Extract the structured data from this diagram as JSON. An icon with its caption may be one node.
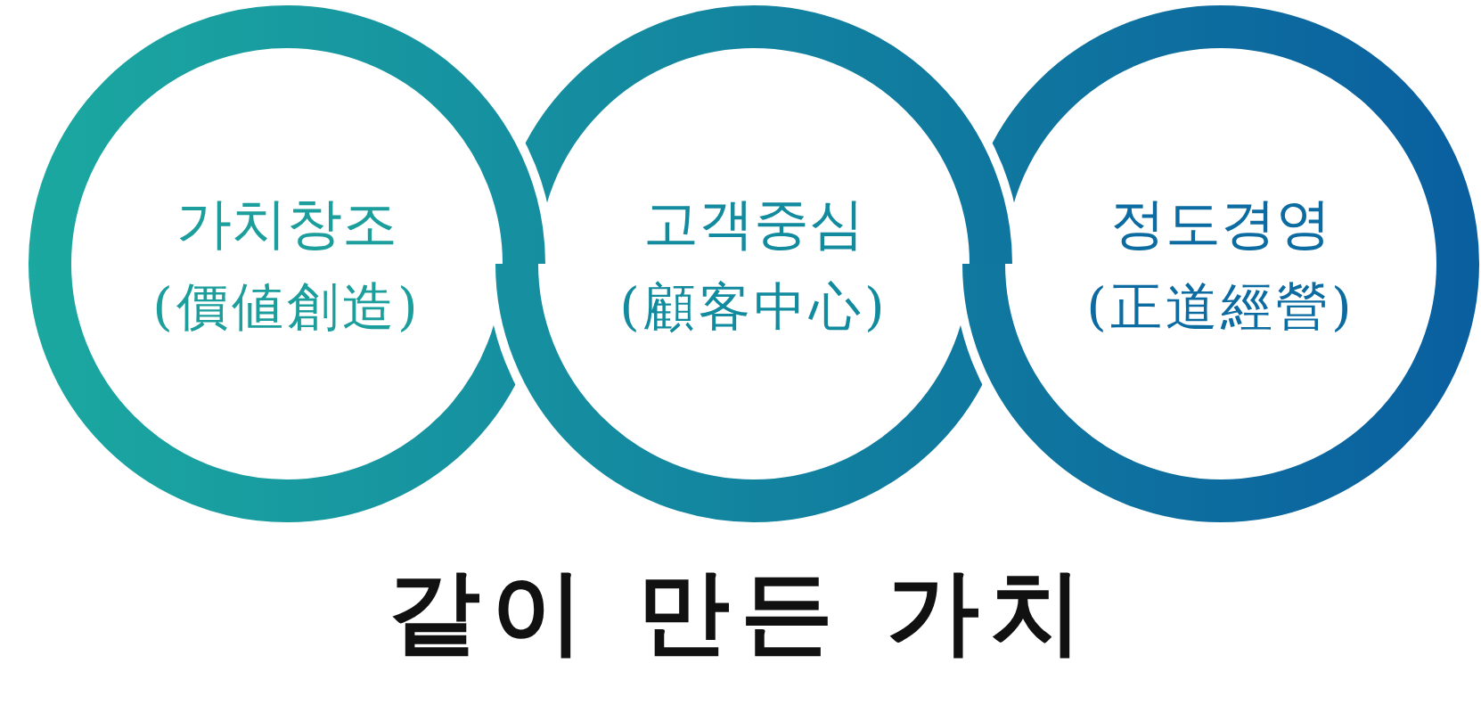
{
  "diagram": {
    "title": "같이 만든 가치",
    "nodes": [
      {
        "text": [
          "가치창조",
          "(價値創造)"
        ]
      },
      {
        "text": [
          "고객중심",
          "(顧客中心)"
        ]
      },
      {
        "text": [
          "정도경영",
          "(正道經營)"
        ]
      }
    ]
  }
}
